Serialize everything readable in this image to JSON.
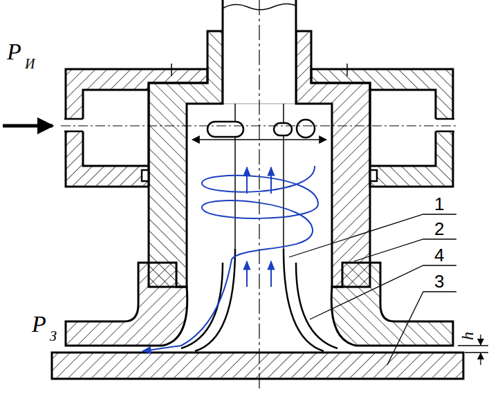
{
  "diagram": {
    "labels": [
      "P",
      "И",
      "P",
      "З",
      "1",
      "2",
      "4",
      "3",
      "h"
    ]
  }
}
